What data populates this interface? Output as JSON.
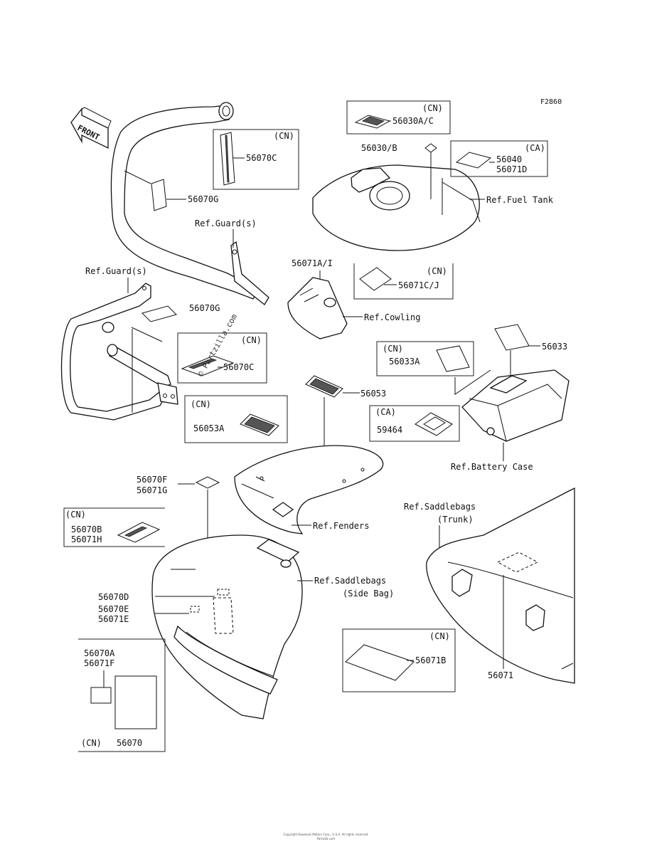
{
  "figure_code": "F2860",
  "front_label": "FRONT",
  "callouts": {
    "c_56030AC": "56030A/C",
    "c_56030B": "56030/B",
    "c_56040": "56040",
    "c_56071D": "56071D",
    "c_56070C_top": "56070C",
    "c_56070G_top": "56070G",
    "c_56071AI": "56071A/I",
    "c_56071CJ": "56071C/J",
    "c_56070G_mid": "56070G",
    "c_56070C_mid": "56070C",
    "c_56033": "56033",
    "c_56033A": "56033A",
    "c_56053": "56053",
    "c_56053A": "56053A",
    "c_59464": "59464",
    "c_56070F": "56070F",
    "c_56071G": "56071G",
    "c_56070B": "56070B",
    "c_56071H": "56071H",
    "c_56070D": "56070D",
    "c_56070E": "56070E",
    "c_56071E": "56071E",
    "c_56070A": "56070A",
    "c_56071F": "56071F",
    "c_56070": "56070",
    "c_56071B": "56071B",
    "c_56071": "56071"
  },
  "markets": {
    "cn": "(CN)",
    "ca": "(CA)"
  },
  "refs": {
    "fuel_tank": "Ref.Fuel Tank",
    "guard_top": "Ref.Guard(s)",
    "guard_left": "Ref.Guard(s)",
    "cowling": "Ref.Cowling",
    "battery_case": "Ref.Battery Case",
    "fenders": "Ref.Fenders",
    "saddlebags_trunk": "Ref.Saddlebags",
    "trunk": "(Trunk)",
    "saddlebags_side": "Ref.Saddlebags",
    "side_bag": "(Side Bag)"
  },
  "watermark": "© Partzilla.com",
  "footer": {
    "line1": "Copyright Kawasaki Motors Corp., U.S.A. All rights reserved.",
    "line2": "Partzilla.com"
  }
}
